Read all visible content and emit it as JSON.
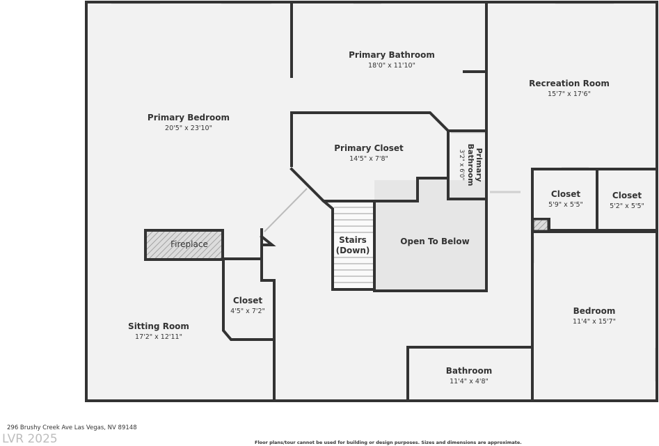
{
  "address": "296 Brushy Creek Ave Las Vegas, NV 89148",
  "watermark": "LVR 2025",
  "disclaimer": "Floor plans/tour cannot be used for building or design purposes. Sizes and dimensions are approximate.",
  "rooms": {
    "primary_bedroom": {
      "name": "Primary Bedroom",
      "dims": "20'5\" x 23'10\""
    },
    "primary_bathroom": {
      "name": "Primary Bathroom",
      "dims": "18'0\" x 11'10\""
    },
    "recreation_room": {
      "name": "Recreation Room",
      "dims": "15'7\" x 17'6\""
    },
    "primary_closet": {
      "name": "Primary Closet",
      "dims": "14'5\" x 7'8\""
    },
    "primary_bathroom_small": {
      "name_line1": "Primary",
      "name_line2": "Bathroom",
      "dims": "3'2\" x 6'0\""
    },
    "closet_a": {
      "name": "Closet",
      "dims": "5'9\" x 5'5\""
    },
    "closet_b": {
      "name": "Closet",
      "dims": "5'2\" x 5'5\""
    },
    "stairs": {
      "name_line1": "Stairs",
      "name_line2": "(Down)"
    },
    "open_to_below": {
      "name": "Open To Below"
    },
    "fireplace": {
      "name": "Fireplace"
    },
    "closet_c": {
      "name": "Closet",
      "dims": "4'5\" x 7'2\""
    },
    "sitting_room": {
      "name": "Sitting Room",
      "dims": "17'2\" x 12'11\""
    },
    "bedroom": {
      "name": "Bedroom",
      "dims": "11'4\" x 15'7\""
    },
    "bathroom": {
      "name": "Bathroom",
      "dims": "11'4\" x 4'8\""
    }
  }
}
